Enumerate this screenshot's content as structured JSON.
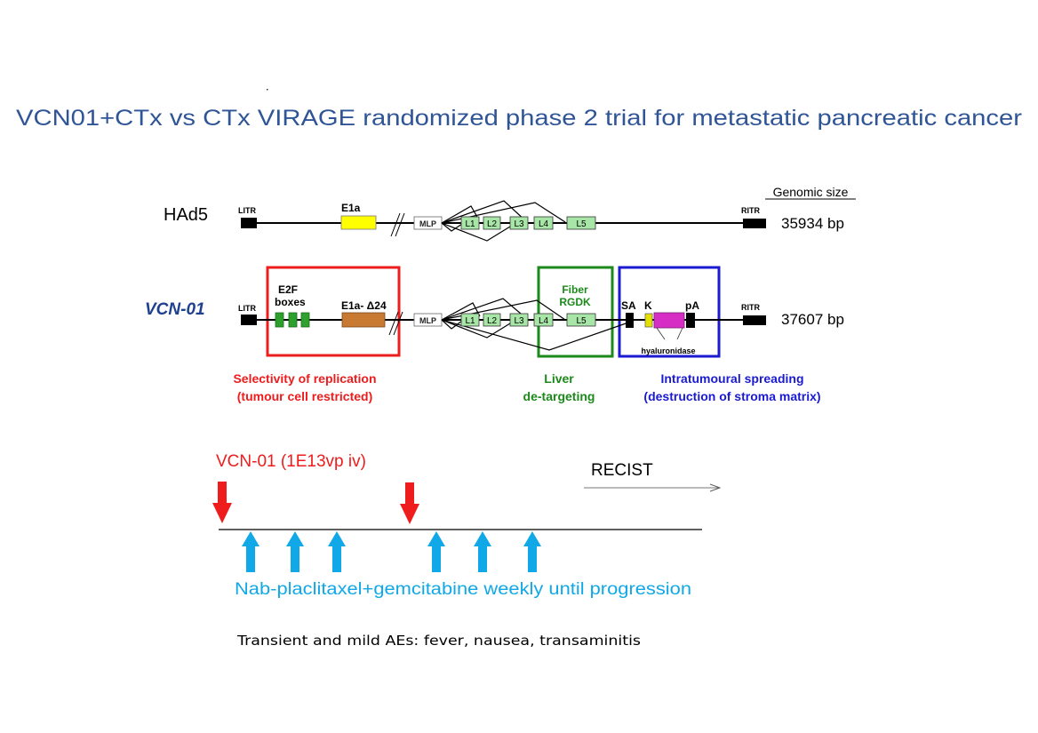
{
  "title": "VCN01+CTx vs CTx VIRAGE randomized phase 2 trial for metastatic pancreatic cancer",
  "colors": {
    "title": "#2f5597",
    "red": "#ee1c1c",
    "green": "#1b8a1b",
    "blue": "#1a1ad0",
    "cyan": "#10a8e6",
    "e1a_yellow": "#ffff00",
    "e1a_orange": "#c87a32",
    "late_green": "#a8e6a8",
    "e2f_green": "#2ea02e",
    "k_yellow": "#e6e000",
    "hyaluronidase_magenta": "#d62ec4"
  },
  "genome_header": "Genomic size",
  "had5": {
    "name": "HAd5",
    "litr": "LITR",
    "e1a": "E1a",
    "mlp": "MLP",
    "late_genes": [
      "L1",
      "L2",
      "L3",
      "L4",
      "L5"
    ],
    "ritr": "RITR",
    "size": "35934 bp"
  },
  "vcn01": {
    "name": "VCN-01",
    "litr": "LITR",
    "e2f_line1": "E2F",
    "e2f_line2": "boxes",
    "e1a": "E1a- Δ24",
    "mlp": "MLP",
    "late_genes": [
      "L1",
      "L2",
      "L3",
      "L4",
      "L5"
    ],
    "fiber_line1": "Fiber",
    "fiber_line2": "RGDK",
    "sa": "SA",
    "k": "K",
    "pa": "pA",
    "hyaluronidase": "hyaluronidase",
    "ritr": "RITR",
    "size": "37607 bp"
  },
  "features": {
    "selectivity_line1": "Selectivity of replication",
    "selectivity_line2": "(tumour  cell restricted)",
    "liver_line1": "Liver",
    "liver_line2": "de-targeting",
    "intratumoural_line1": "Intratumoural spreading",
    "intratumoural_line2": "(destruction of stroma matrix)"
  },
  "schedule": {
    "vcn_label": "VCN-01 (1E13vp iv)",
    "recist_label": "RECIST",
    "chemo_label": "Nab-placlitaxel+gemcitabine weekly until progression",
    "vcn_doses": 2,
    "chemo_doses": 6
  },
  "footnote": "Transient and mild AEs: fever, nausea, transaminitis"
}
